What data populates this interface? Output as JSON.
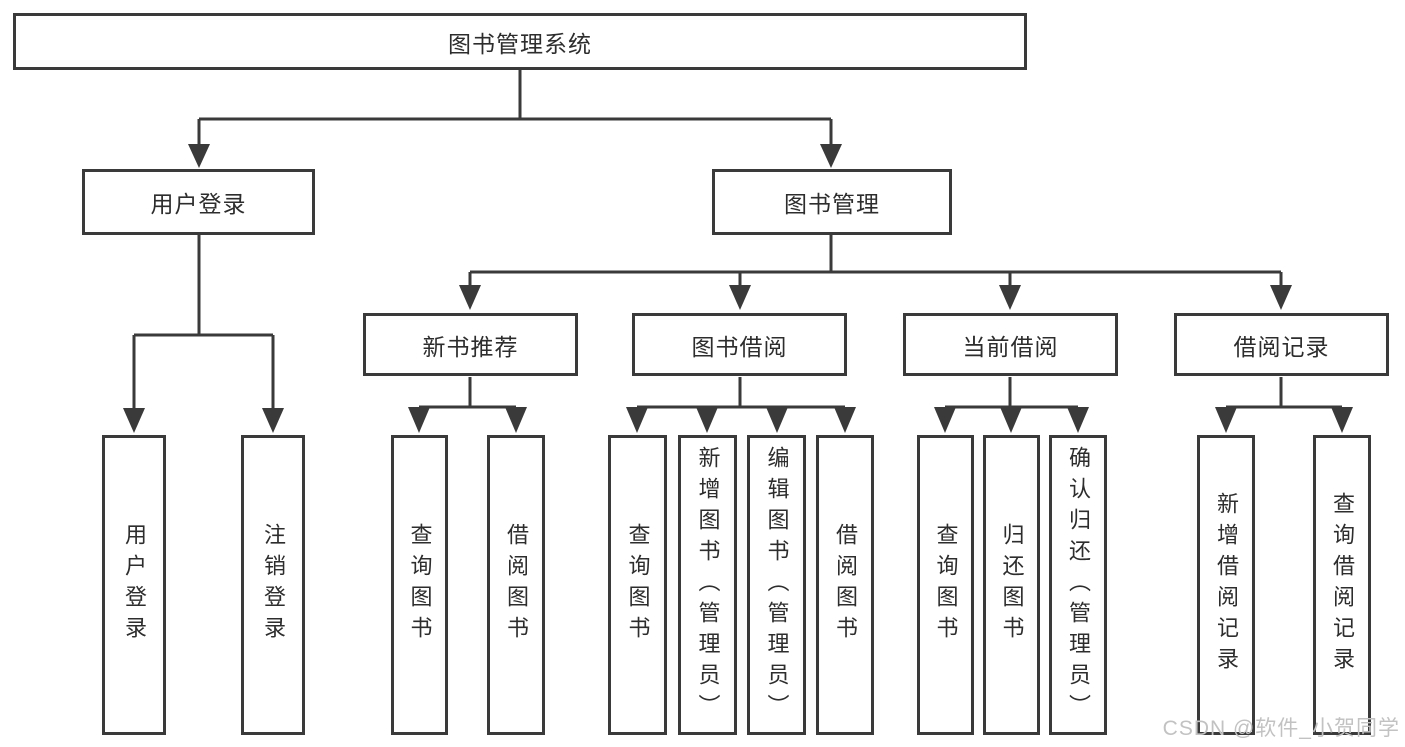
{
  "diagram": {
    "root": {
      "label": "图书管理系统"
    },
    "children": [
      {
        "label": "用户登录",
        "children": [
          {
            "label": "用户登录"
          },
          {
            "label": "注销登录"
          }
        ]
      },
      {
        "label": "图书管理",
        "children": [
          {
            "label": "新书推荐",
            "children": [
              {
                "label": "查询图书"
              },
              {
                "label": "借阅图书"
              }
            ]
          },
          {
            "label": "图书借阅",
            "children": [
              {
                "label": "查询图书"
              },
              {
                "label": "新增图书（管理员）"
              },
              {
                "label": "编辑图书（管理员）"
              },
              {
                "label": "借阅图书"
              }
            ]
          },
          {
            "label": "当前借阅",
            "children": [
              {
                "label": "查询图书"
              },
              {
                "label": "归还图书"
              },
              {
                "label": "确认归还（管理员）"
              }
            ]
          },
          {
            "label": "借阅记录",
            "children": [
              {
                "label": "新增借阅记录"
              },
              {
                "label": "查询借阅记录"
              }
            ]
          }
        ]
      }
    ]
  },
  "watermark": {
    "text": "CSDN @软件_小贺同学"
  },
  "colors": {
    "line": "#3a3a3a",
    "box_border": "#3a3a3a",
    "box_fill": "#ffffff",
    "text": "#2d2d2d",
    "watermark": "#c2c2c2"
  }
}
